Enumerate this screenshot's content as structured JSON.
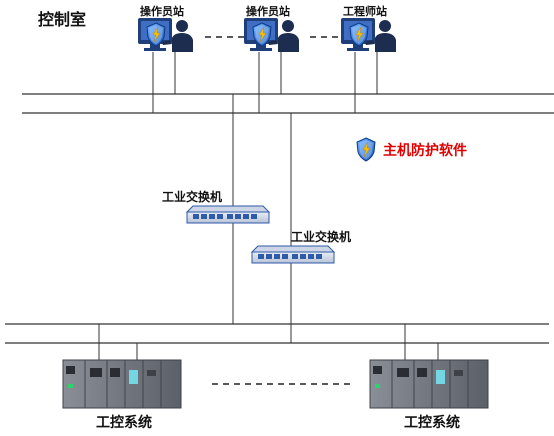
{
  "title": "控制室",
  "stations": [
    {
      "label": "操作员站"
    },
    {
      "label": "操作员站"
    },
    {
      "label": "工程师站"
    }
  ],
  "switches": [
    {
      "label": "工业交换机"
    },
    {
      "label": "工业交换机"
    }
  ],
  "legend": {
    "label": "主机防护软件",
    "color": "#e00000"
  },
  "systems": [
    {
      "label": "工控系统"
    },
    {
      "label": "工控系统"
    }
  ],
  "colors": {
    "line": "#333333",
    "person": "#1c2d4f",
    "monitor": "#1f3f7a",
    "shield_blue": "#2a6fd6",
    "bolt": "#f5c200",
    "switch_body": "#2f5aa8",
    "plc_body": "#6b6f76"
  }
}
